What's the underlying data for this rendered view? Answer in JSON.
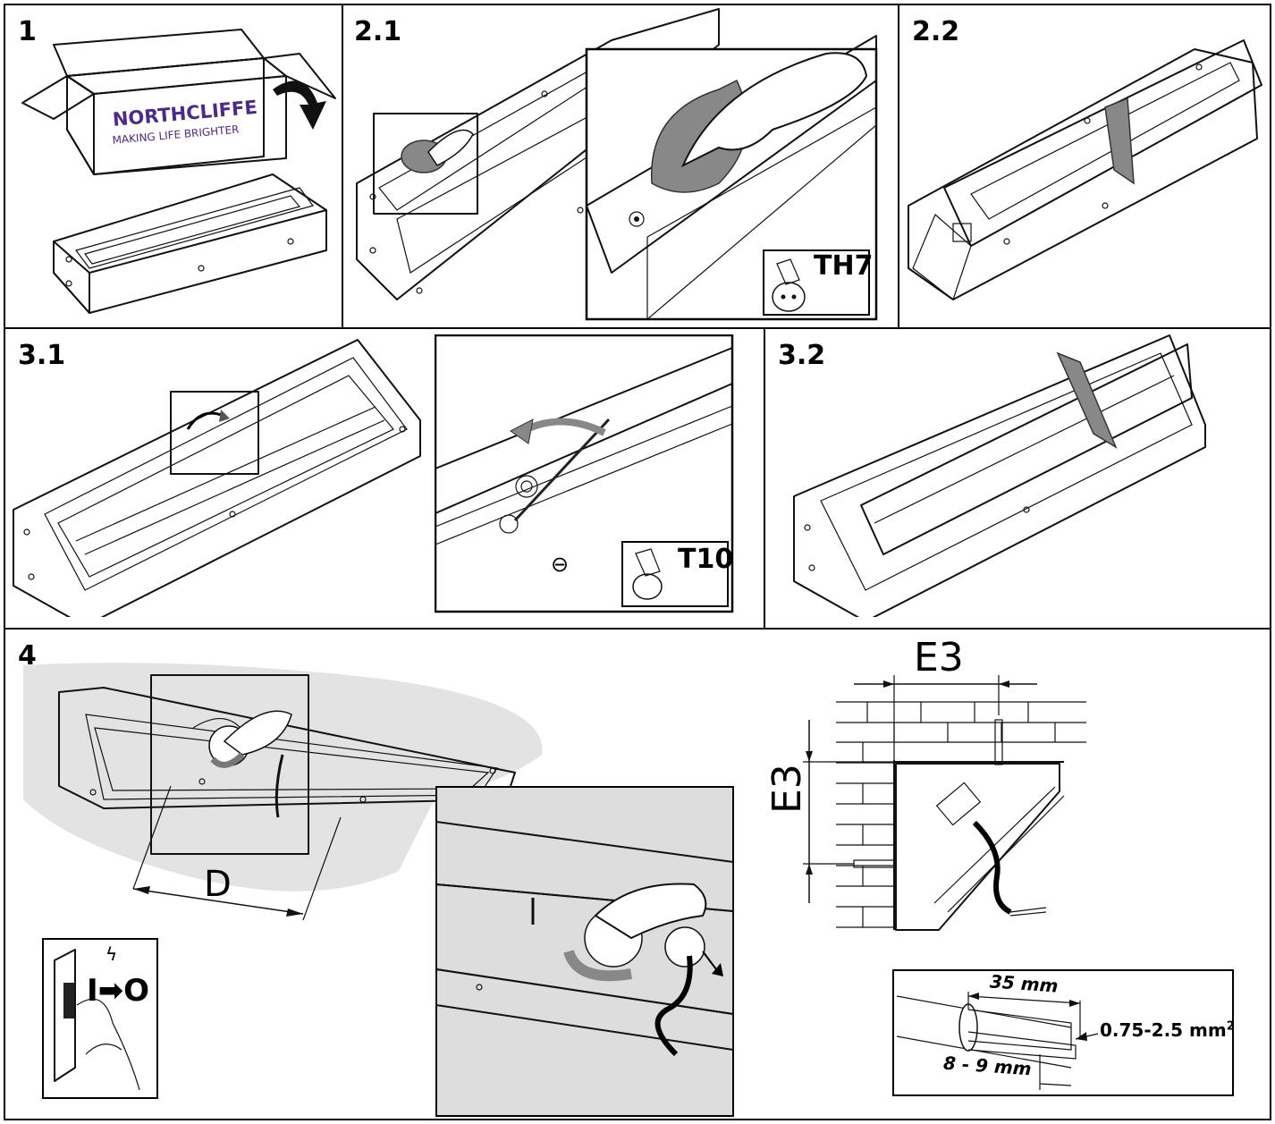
{
  "steps": {
    "s1": "1",
    "s2_1": "2.1",
    "s2_2": "2.2",
    "s3_1": "3.1",
    "s3_2": "3.2",
    "s4": "4"
  },
  "box": {
    "brand": "NORTHCLIFFE",
    "tagline": "MAKING LIFE BRIGHTER",
    "brand_color": "#4b2a8c"
  },
  "tools": {
    "tool_a": "TH7",
    "tool_b": "T10"
  },
  "dimensions": {
    "d": "D",
    "e3_top": "E3",
    "e3_side": "E3",
    "strip_length": "35 mm",
    "wire_section": "0.75-2.5 mm",
    "wire_section_exp": "2",
    "sheath_length": "8 - 9 mm"
  },
  "icons": {
    "power_off": "power-switch-off-icon",
    "rotate": "rotate-arrow-icon",
    "lift": "lift-arrow-icon"
  }
}
